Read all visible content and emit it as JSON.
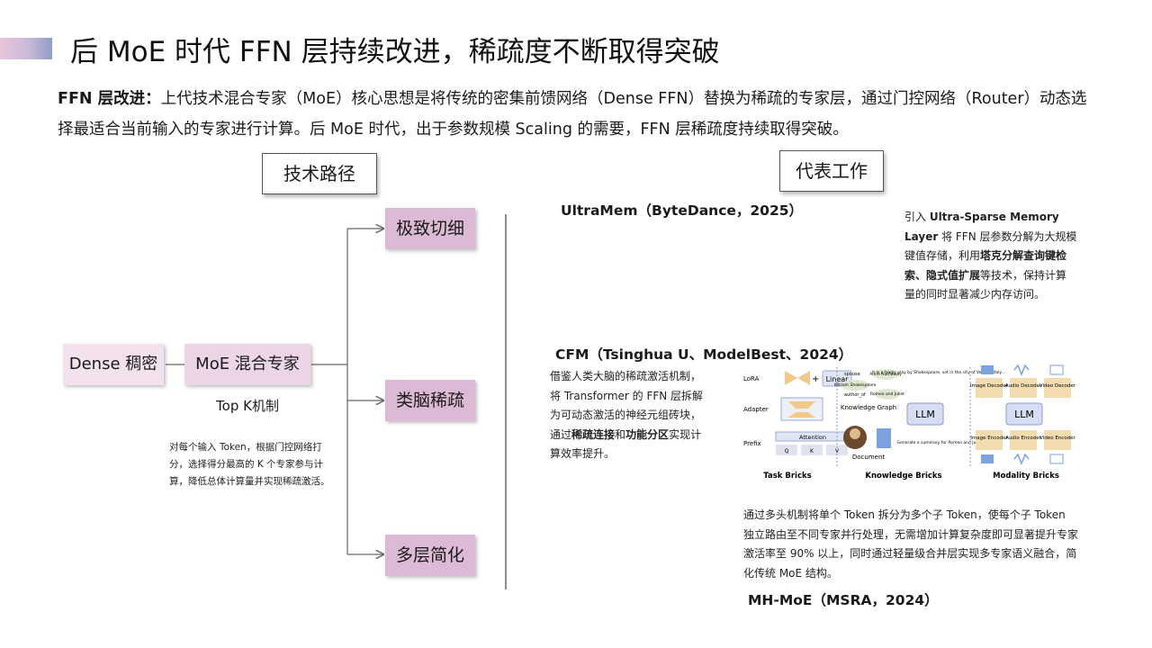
{
  "header": {
    "title": "后 MoE 时代 FFN 层持续改进，稀疏度不断取得突破"
  },
  "intro": {
    "label": "FFN 层改进：",
    "text": "上代技术混合专家（MoE）核心思想是将传统的密集前馈网络（Dense FFN）替换为稀疏的专家层，通过门控网络（Router）动态选择最适合当前输入的专家进行计算。后 MoE 时代，出于参数规模 Scaling 的需要，FFN 层稀疏度持续取得突破。"
  },
  "left": {
    "section_title": "技术路径",
    "dense_label": "Dense 稠密",
    "moe_label": "MoE 混合专家",
    "topk_label": "Top K机制",
    "topk_desc": "对每个输入 Token，根据门控网络打分，选择得分最高的 K 个专家参与计算，降低总体计算量并实现稀疏激活。",
    "paths": [
      "极致切细",
      "类脑稀疏",
      "多层简化"
    ]
  },
  "right": {
    "section_title": "代表工作",
    "ultramem": {
      "title": "UltraMem（ByteDance，2025）",
      "desc_pre": "引入 ",
      "desc_b1": "Ultra-Sparse Memory Layer",
      "desc_mid": " 将 FFN 层参数分解为大规模键值存储，利用",
      "desc_b2": "塔克分解查询键检索、隐式值扩展",
      "desc_post": "等技术，保持计算量的同时显著减少内存访问。"
    },
    "cfm": {
      "title": "CFM（Tsinghua U、ModelBest、2024）",
      "desc_pre": "借鉴人类大脑的稀疏激活机制，将 Transformer 的 FFN 层拆解为可动态激活的神经元组砖块，通过",
      "desc_b1": "稀疏连接",
      "desc_mid": "和",
      "desc_b2": "功能分区",
      "desc_post": "实现计算效率提升。"
    },
    "figure": {
      "lora": "LoRA",
      "linear": "Linear",
      "adapter": "Adapter",
      "prefix": "Prefix",
      "attention": "Attention",
      "q": "Q",
      "k": "K",
      "v": "V",
      "task_bricks": "Task Bricks",
      "knowledge_graph": "Knowledge Graph",
      "kg_spouse": "spouse",
      "kg_anne": "Anne Hathaway",
      "kg_william": "William Shakespeare",
      "kg_author": "author_of",
      "kg_romeo": "Romeo and Juliet",
      "document": "Document",
      "tragic_text": "It is a tragic play by Shakespeare, set in the city of Verona, Italy ...",
      "llm1": "LLM",
      "summary_text": "Generate a summary for Romeo and Juliet",
      "knowledge_bricks": "Knowledge Bricks",
      "image_decoder": "Image Decoder",
      "audio_decoder": "Audio Decoder",
      "video_decoder": "Video Decoder",
      "llm2": "LLM",
      "image_encoder": "Image Encoder",
      "audio_encoder": "Audio Encoder",
      "video_encoder": "Video Encoder",
      "modality_bricks": "Modality Bricks"
    },
    "mhmoe": {
      "desc": "通过多头机制将单个 Token 拆分为多个子 Token，使每个子 Token 独立路由至不同专家并行处理，无需增加计算复杂度即可显著提升专家激活率至 90% 以上，同时通过轻量级合并层实现多专家语义融合，简化传统 MoE 结构。",
      "title": "MH-MoE（MSRA，2024）"
    }
  },
  "colors": {
    "node_fill": "#ecd5e6",
    "node_light": "#f4e1ee",
    "path_fill": "#dcb9d4",
    "accent_gradient": [
      "#e9c6db",
      "#8f9fc4"
    ]
  }
}
